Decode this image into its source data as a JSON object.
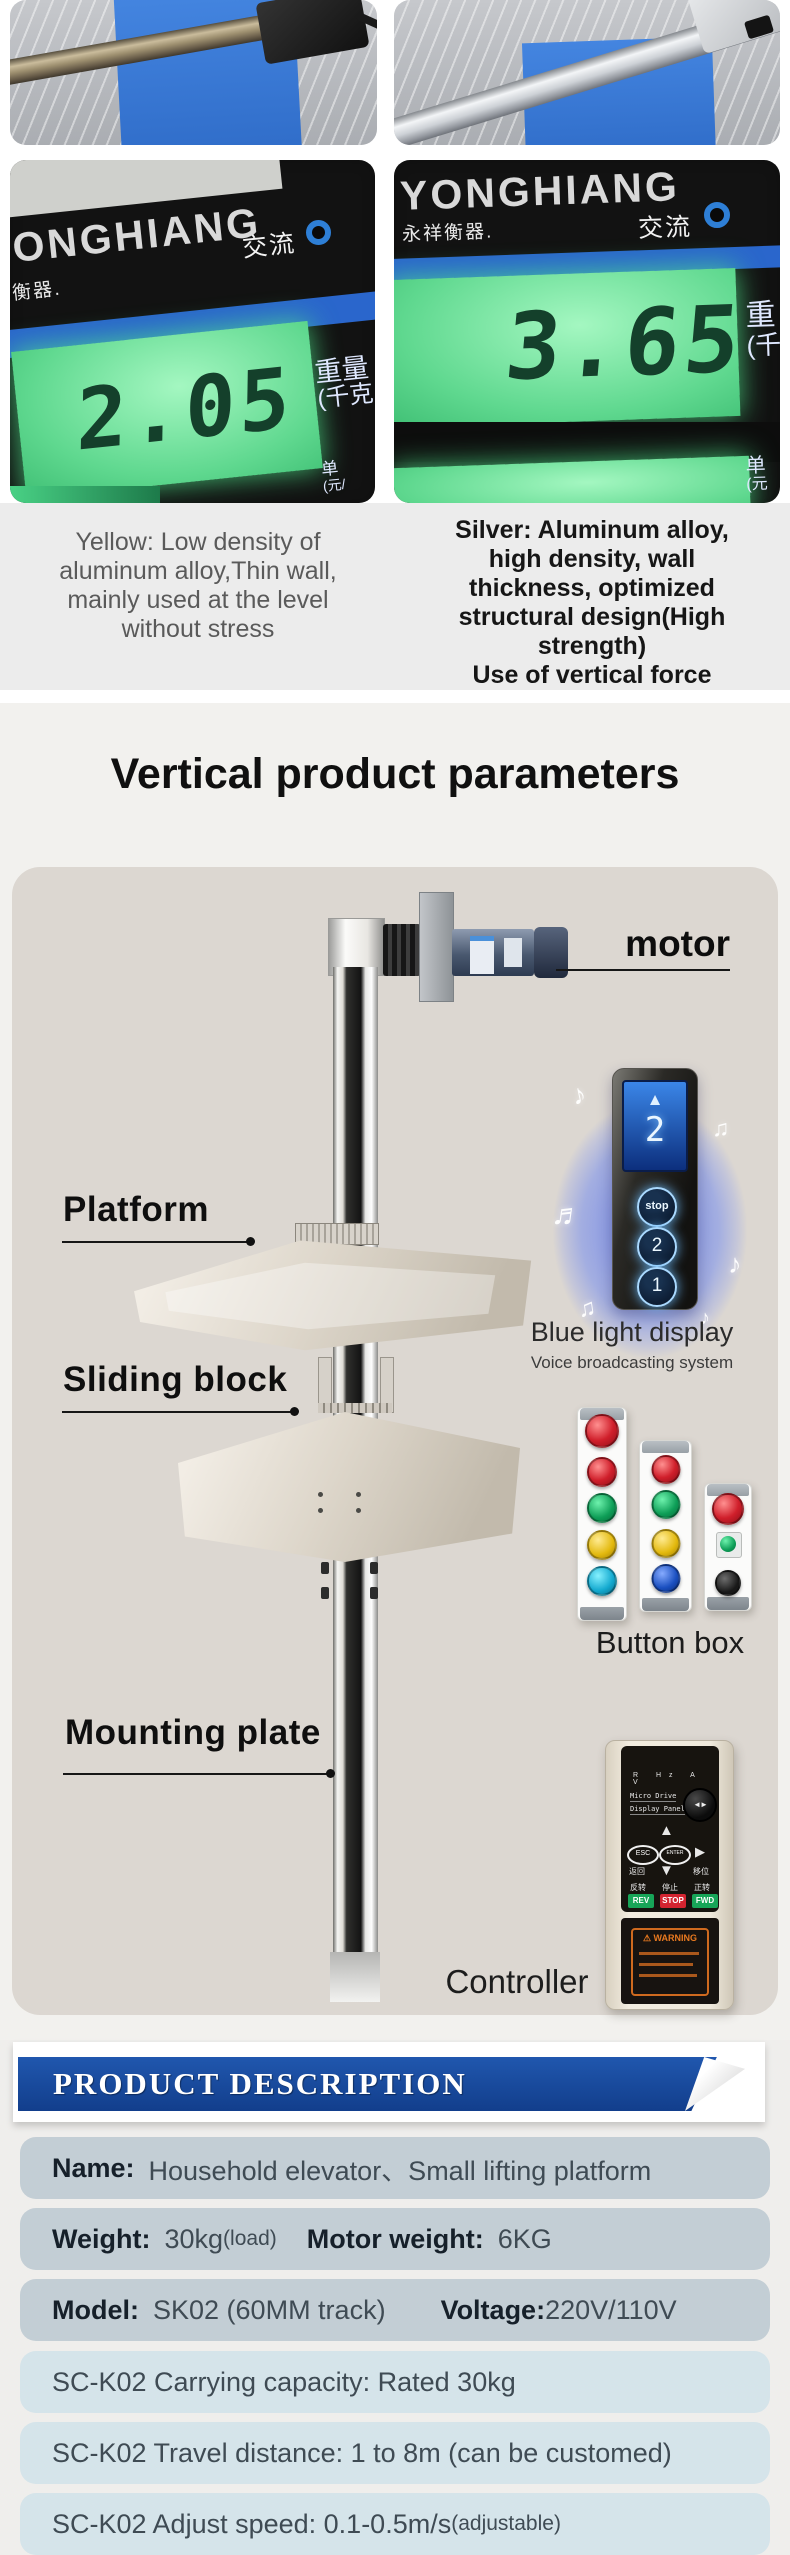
{
  "scale_photos": {
    "left": {
      "brand": "ONGHIANG",
      "maker": "衡器.",
      "ac": "交流",
      "reading": "2.05",
      "weight_label": "重量",
      "weight_unit": "(千克",
      "price_label": "单",
      "price_unit": "(元/"
    },
    "right": {
      "brand": "YONGHIANG",
      "maker": "永祥衡器.",
      "ac": "交流",
      "reading": "3.65",
      "weight_label": "重",
      "weight_unit": "(千",
      "price_label": "单",
      "price_unit": "(元"
    }
  },
  "captions": {
    "yellow_lines": [
      "Yellow:  Low density of",
      "aluminum alloy,Thin wall,",
      "mainly used at the level",
      "without stress"
    ],
    "silver_lines": [
      "Silver:  Aluminum alloy,",
      "high density, wall",
      "thickness, optimized",
      "structural design(High strength)",
      "Use of vertical force"
    ]
  },
  "section_title": "Vertical product parameters",
  "diagram": {
    "motor_label": "motor",
    "platform_label": "Platform",
    "sliding_block_label": "Sliding block",
    "mounting_plate_label": "Mounting plate",
    "button_box_label": "Button box",
    "controller_label": "Controller",
    "blue_light_label": "Blue light display",
    "voice_label": "Voice broadcasting system",
    "panel": {
      "arrow": "▲",
      "floor": "2",
      "stop": "stop",
      "btn2": "2",
      "btn1": "1"
    },
    "notes": [
      "♪",
      "♫",
      "♬",
      "♪",
      "♫",
      "♪"
    ],
    "controller": {
      "indicators": "R  Hz  A  V",
      "line1": "Micro  Drive",
      "line2": "Display Panel",
      "knob": "◄►",
      "up": "▲",
      "down": "▼",
      "right": "▶",
      "esc": "ESC",
      "enter": "ENTER",
      "back_cn": "返回",
      "shift_cn": "移位",
      "rev_cn": "反转",
      "stop_cn": "停止",
      "fwd_cn": "正转",
      "rev": "REV",
      "stop": "STOP",
      "fwd": "FWD",
      "warning": "⚠ WARNING"
    }
  },
  "banner": {
    "title": "PRODUCT DESCRIPTION",
    "bg_color": "#14479B"
  },
  "specs": {
    "rows": [
      {
        "parts": [
          {
            "t": "Name:"
          },
          {
            "t": "Household elevator、Small lifting platform"
          }
        ]
      },
      {
        "parts": [
          {
            "t": "Weight:"
          },
          {
            "t": "30kg"
          },
          {
            "t": "(load)"
          },
          {
            "t": "Motor weight:"
          },
          {
            "t": "6KG"
          }
        ]
      },
      {
        "parts": [
          {
            "t": "Model:"
          },
          {
            "t": "SK02 (60MM track)"
          },
          {
            "t": "Voltage:"
          },
          {
            "t": "220V/110V"
          }
        ]
      },
      {
        "parts": [
          {
            "t": "SC-K02 Carrying capacity:  Rated 30kg"
          }
        ]
      },
      {
        "parts": [
          {
            "t": "SC-K02 Travel distance:  1 to 8m (can be customed)"
          }
        ]
      },
      {
        "parts": [
          {
            "t": "SC-K02 Adjust speed:  0.1-0.5m/s"
          },
          {
            "t": "(adjustable)"
          }
        ]
      }
    ]
  },
  "colors": {
    "banner_blue": "#14479B",
    "row_dark": "#C3CED5",
    "row_light": "#D5E4EA",
    "card_bg": "#DCD7D1",
    "screen_green": "#63DB93",
    "glow_blue": "#6E82E6",
    "plate_blue": "#3A7AD8"
  }
}
